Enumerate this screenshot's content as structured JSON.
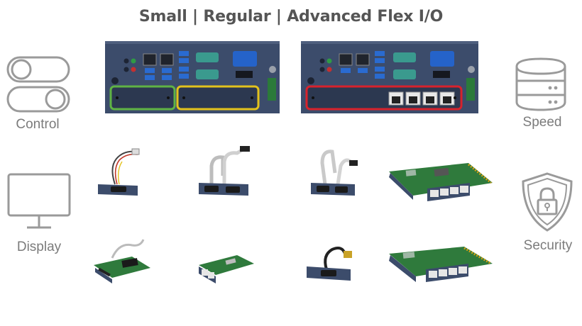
{
  "title": "Small | Regular | Advanced Flex I/O",
  "features": {
    "control": "Control",
    "speed": "Speed",
    "display": "Display",
    "security": "Security"
  },
  "icons": {
    "control": "toggle-switch-icon",
    "speed": "database-server-icon",
    "display": "monitor-icon",
    "security": "shield-lock-icon"
  },
  "colors": {
    "small_slot": "#5fb344",
    "regular_slot": "#e2c21c",
    "advanced_slot": "#d8222c",
    "chassis": "#3c4c6b",
    "pcb": "#2f7a3c",
    "icon_gray": "#9a9a9a"
  },
  "chassis": [
    {
      "id": "chassis-small-regular",
      "slots": [
        "small",
        "regular"
      ]
    },
    {
      "id": "chassis-advanced",
      "slots": [
        "advanced"
      ]
    }
  ],
  "modules": [
    "serial-cable-module-1",
    "dual-serial-cable-module",
    "dual-serial-cable-module-2",
    "quad-lan-card",
    "ribbon-adapter-card",
    "dual-lan-card",
    "single-port-cable-module",
    "quad-lan-card-2"
  ]
}
